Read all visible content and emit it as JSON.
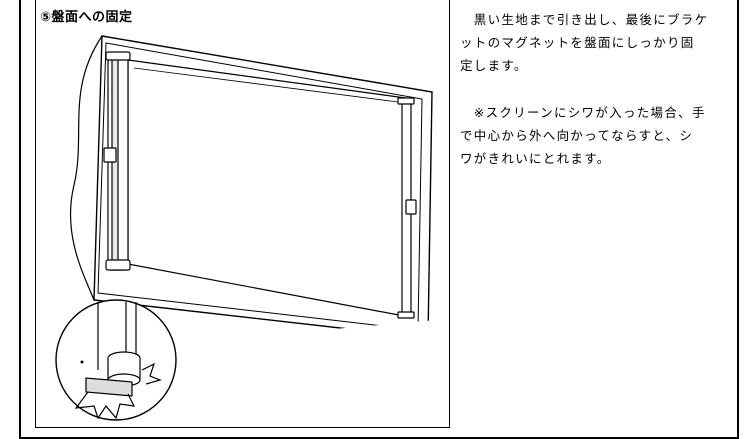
{
  "step": {
    "title": "⑤盤面への固定"
  },
  "instructions": {
    "para1_line1": "　黒い生地まで引き出し、最後にブラケ",
    "para1_line2": "ットのマグネットを盤面にしっかり固",
    "para1_line3": "定します。",
    "para2_line1": "　※スクリーンにシワが入った場合、手",
    "para2_line2": "で中心から外へ向かってならすと、シ",
    "para2_line3": "ワがきれいにとれます。"
  },
  "illustration": {
    "depicts": "roll screen fixed to board with magnetic brackets",
    "detail_callout": "magnet bracket close-up"
  }
}
